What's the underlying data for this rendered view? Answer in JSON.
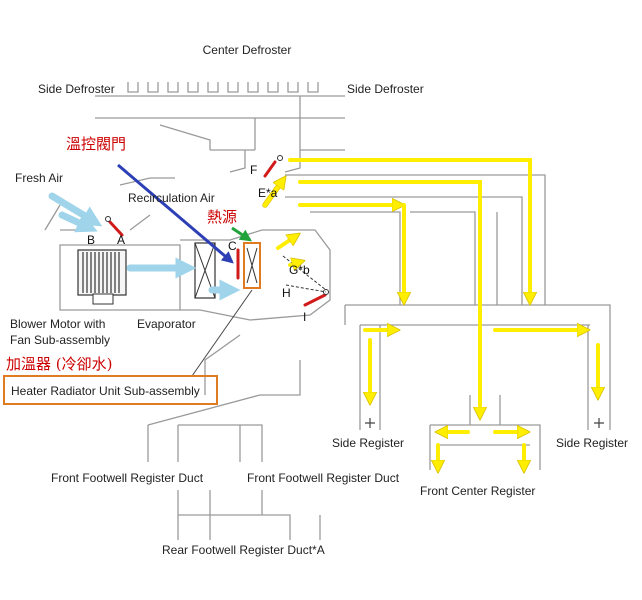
{
  "labels": {
    "center_defroster": "Center Defroster",
    "side_defroster_left": "Side Defroster",
    "side_defroster_right": "Side Defroster",
    "fresh_air": "Fresh Air",
    "recirculation_air": "Recirculation Air",
    "evaporator": "Evaporator",
    "blower_line1": "Blower Motor with",
    "blower_line2": "Fan Sub-assembly",
    "heater_radiator": "Heater Radiator Unit Sub-assembly",
    "side_register_left": "Side Register",
    "side_register_right": "Side Register",
    "front_center_register": "Front Center Register",
    "front_footwell_left": "Front Footwell Register Duct",
    "front_footwell_right": "Front Footwell Register Duct",
    "rear_footwell": "Rear Footwell Register Duct*A"
  },
  "annotations_zh": {
    "temp_damper": "溫控閥門",
    "heat_source": "熱源",
    "heater_coolant": "加溫器 (冷卻水)"
  },
  "damper_letters": {
    "a": "A",
    "b": "B",
    "c": "C",
    "e": "E*a",
    "f": "F",
    "g": "G*b",
    "h": "H",
    "i": "I"
  },
  "colors": {
    "duct": "#9a9a9a",
    "airflow_yellow": "#ffee00",
    "airflow_blue": "#9fd4ea",
    "annotation_red": "#cc0000",
    "arrow_blue": "#2d3fb5",
    "arrow_green": "#1fa33a",
    "highlight_orange": "#e07b22"
  }
}
